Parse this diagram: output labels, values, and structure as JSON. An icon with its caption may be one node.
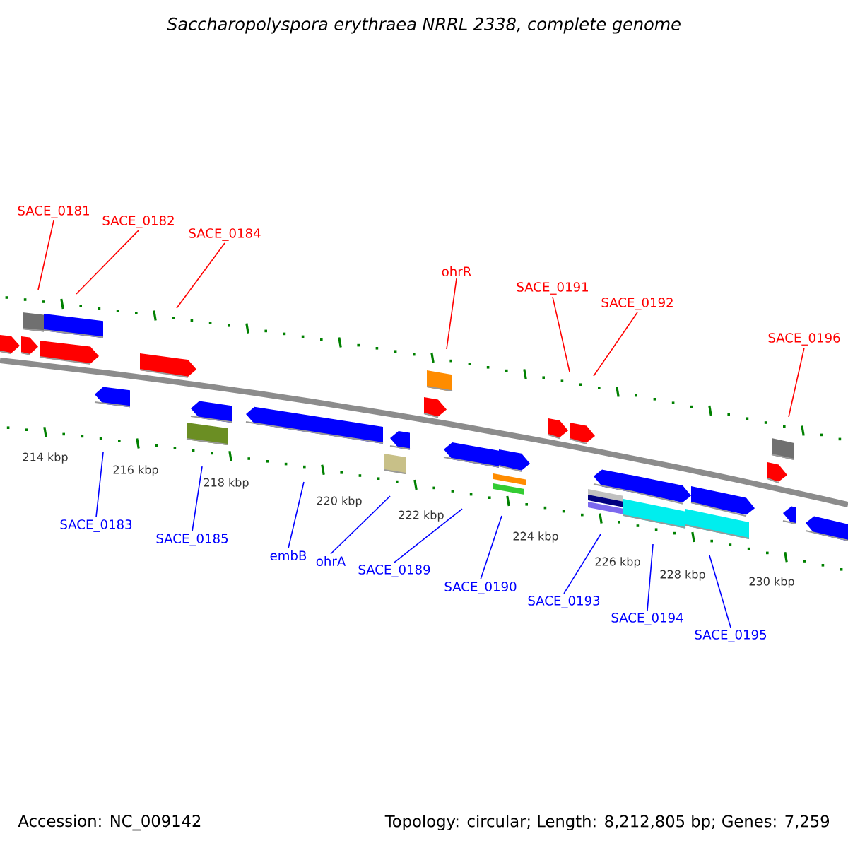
{
  "diagram": {
    "title": "Saccharopolyspora erythraea NRRL 2338, complete genome",
    "nodes": [
      {
        "text": [
          "SACE_0181"
        ]
      },
      {
        "text": [
          "SACE_0182"
        ]
      },
      {
        "text": [
          "SACE_0184"
        ]
      },
      {
        "text": [
          "ohrR"
        ]
      },
      {
        "text": [
          "SACE_0191"
        ]
      },
      {
        "text": [
          "SACE_0192"
        ]
      },
      {
        "text": [
          "SACE_0196"
        ]
      },
      {
        "text": [
          "SACE_0183"
        ]
      },
      {
        "text": [
          "SACE_0185"
        ]
      },
      {
        "text": [
          "embB"
        ]
      },
      {
        "text": [
          "ohrA"
        ]
      },
      {
        "text": [
          "SACE_0189"
        ]
      },
      {
        "text": [
          "SACE_0190"
        ]
      },
      {
        "text": [
          "SACE_0193"
        ]
      },
      {
        "text": [
          "SACE_0194"
        ]
      },
      {
        "text": [
          "SACE_0195"
        ]
      }
    ],
    "edges": [
      {
        "from": 0,
        "to": null,
        "arrow": "none",
        "color": "#ff0000"
      },
      {
        "from": 1,
        "to": null,
        "arrow": "none",
        "color": "#ff0000"
      },
      {
        "from": 2,
        "to": null,
        "arrow": "none",
        "color": "#ff0000"
      },
      {
        "from": 3,
        "to": null,
        "arrow": "none",
        "color": "#ff0000"
      },
      {
        "from": 4,
        "to": null,
        "arrow": "none",
        "color": "#ff0000"
      },
      {
        "from": 5,
        "to": null,
        "arrow": "none",
        "color": "#ff0000"
      },
      {
        "from": 6,
        "to": null,
        "arrow": "none",
        "color": "#ff0000"
      },
      {
        "from": 7,
        "to": null,
        "arrow": "none"
      },
      {
        "from": 8,
        "to": null,
        "arrow": "none"
      },
      {
        "from": 9,
        "to": null,
        "arrow": "none"
      },
      {
        "from": 10,
        "to": null,
        "arrow": "none"
      },
      {
        "from": 11,
        "to": null,
        "arrow": "none"
      },
      {
        "from": 12,
        "to": null,
        "arrow": "none"
      },
      {
        "from": 13,
        "to": null,
        "arrow": "none"
      },
      {
        "from": 14,
        "to": null,
        "arrow": "none"
      },
      {
        "from": 15,
        "to": null,
        "arrow": "none"
      }
    ],
    "labels": [
      "214 kbp",
      "216 kbp",
      "218 kbp",
      "220 kbp",
      "222 kbp",
      "224 kbp",
      "226 kbp",
      "228 kbp",
      "230 kbp",
      "Accession: NC_009142",
      "Topology: circular; Length: 8,212,805 bp; Genes: 7,259"
    ]
  }
}
